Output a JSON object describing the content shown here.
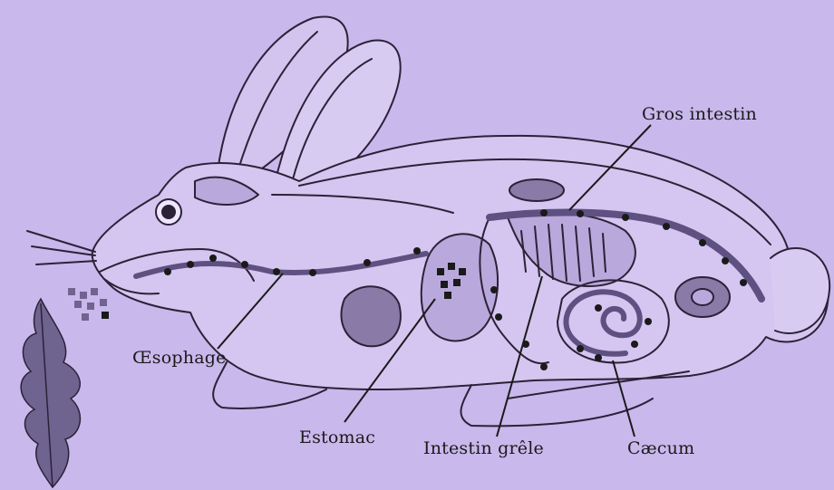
{
  "diagram": {
    "background": "#c9b8ec",
    "outline_color": "#2b2238",
    "organ_fill": "#8a7aa8",
    "plant_fill": "#6f6390",
    "labels": {
      "gros_intestin": "Gros intestin",
      "oesophage": "Œsophage",
      "estomac": "Estomac",
      "intestin_grele": "Intestin grêle",
      "caecum": "Cæcum"
    }
  }
}
